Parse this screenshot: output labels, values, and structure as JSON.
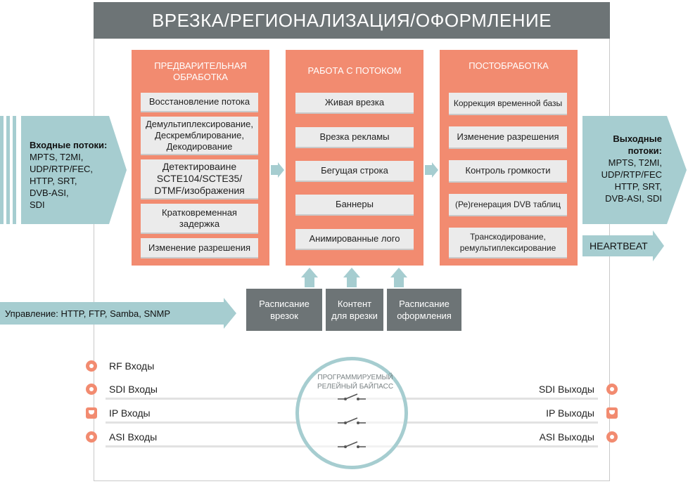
{
  "header": {
    "title": "ВРЕЗКА/РЕГИОНАЛИЗАЦИЯ/ОФОРМЛЕНИЕ"
  },
  "input": {
    "title": "Входные потоки:",
    "lines": [
      "MPTS, T2MI,",
      "UDP/RTP/FEC,",
      "HTTP, SRT,",
      "DVB-ASI,",
      "SDI"
    ]
  },
  "output": {
    "title_line1": "Выходные",
    "title_line2": "потоки:",
    "lines": [
      "MPTS, T2MI,",
      "UDP/RTP/FEC",
      "HTTP, SRT,",
      "DVB-ASI, SDI"
    ],
    "heartbeat": "HEARTBEAT"
  },
  "columns": {
    "pre": {
      "title_line1": "ПРЕДВАРИТЕЛЬНАЯ",
      "title_line2": "ОБРАБОТКА",
      "items": [
        [
          "Восстановление потока"
        ],
        [
          "Демультиплексирование,",
          "Дескремблирование,",
          "Декодирование"
        ],
        [
          "Детектироваине",
          "SCTE104/SCTE35/",
          "DTMF/изображения"
        ],
        [
          "Кратковременная",
          "задержка"
        ],
        [
          "Изменение разрешения"
        ]
      ]
    },
    "stream": {
      "title": "РАБОТА С ПОТОКОМ",
      "items": [
        "Живая врезка",
        "Врезка рекламы",
        "Бегущая строка",
        "Баннеры",
        "Анимированные лого"
      ]
    },
    "post": {
      "title": "ПОСТОБРАБОТКА",
      "items": [
        [
          "Коррекция временной базы"
        ],
        [
          "Изменение разрешения"
        ],
        [
          "Контроль громкости"
        ],
        [
          "(Ре)генерация DVB таблиц"
        ],
        [
          "Транскодирование,",
          "ремультиплексирование"
        ]
      ]
    }
  },
  "control": {
    "label": "Управление: HTTP, FTP, Samba, SNMP"
  },
  "sources": [
    [
      "Расписание",
      "врезок"
    ],
    [
      "Контент",
      "для врезки"
    ],
    [
      "Расписание",
      "оформления"
    ]
  ],
  "bypass": {
    "title_line1": "ПРОГРАММИРУЕМЫЙ",
    "title_line2": "РЕЛЕЙНЫЙ БАЙПАСС",
    "inputs": [
      "RF Входы",
      "SDI Входы",
      "IP Входы",
      "ASI Входы"
    ],
    "outputs": [
      "SDI Выходы",
      "IP Выходы",
      "ASI Выходы"
    ]
  },
  "colors": {
    "accent": "#f28b70",
    "teal": "#a6cdd0",
    "grey": "#6d7476",
    "item_bg": "#ebebeb"
  },
  "icons": {
    "round_port": "rf-port-icon",
    "ip_port": "ip-port-icon",
    "relay_switch": "relay-switch-icon"
  }
}
